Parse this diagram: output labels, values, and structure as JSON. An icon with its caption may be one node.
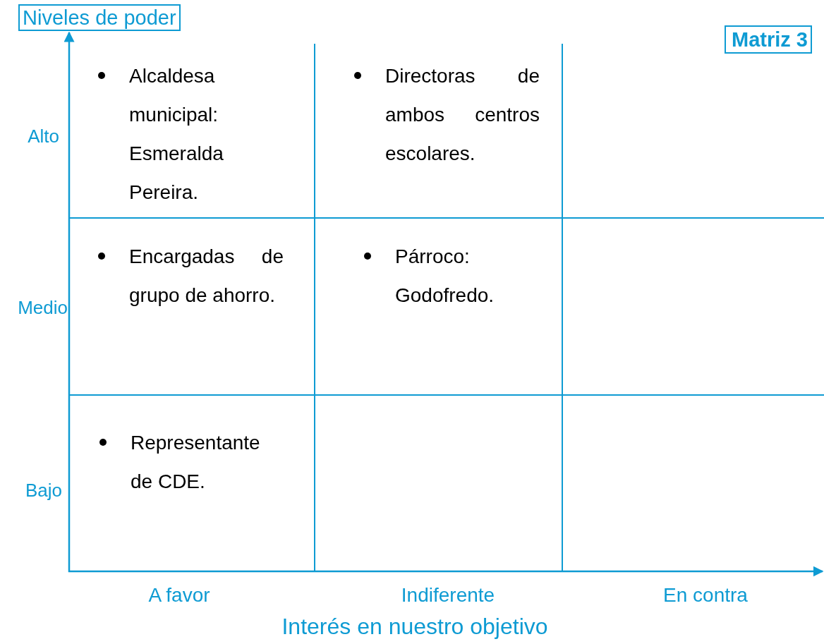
{
  "diagram": {
    "title": "Matriz 3",
    "labels": [
      "Niveles de poder",
      "Alto",
      "Alcaldesa municipal: Esmeralda Pereira.",
      "Directoras de ambos centros escolares.",
      "Medio",
      "Encargadas de grupo de ahorro.",
      "Párroco: Godofredo.",
      "Bajo",
      "Representante de CDE.",
      "A favor",
      "Indiferente",
      "En contra",
      "Interés en nuestro objetivo"
    ]
  }
}
